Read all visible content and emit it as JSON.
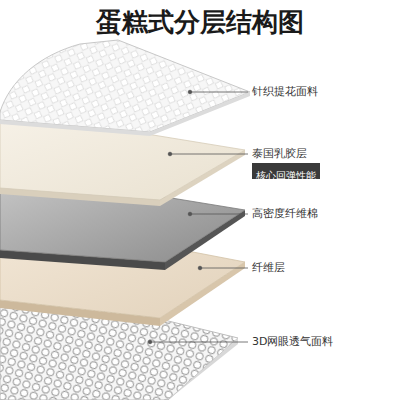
{
  "diagram": {
    "title": "蛋糕式分层结构图",
    "nodes": [
      {
        "text": [
          "核心回弹性能"
        ]
      }
    ],
    "labels": [
      "针织提花面料",
      "泰国乳胶层",
      "高密度纤维棉",
      "纤维层",
      "3D网眼透气面料"
    ]
  }
}
